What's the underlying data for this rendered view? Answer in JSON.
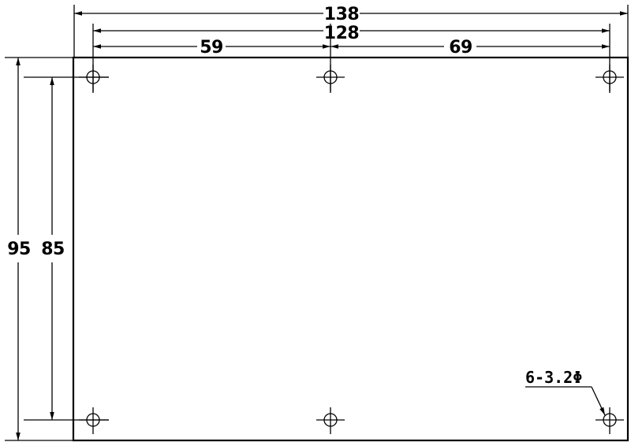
{
  "dimensions": {
    "overall_width": "138",
    "hole_span_width": "128",
    "left_to_center": "59",
    "center_to_right": "69",
    "overall_height": "95",
    "hole_span_height": "85"
  },
  "hole_note": "6-3.2Φ"
}
